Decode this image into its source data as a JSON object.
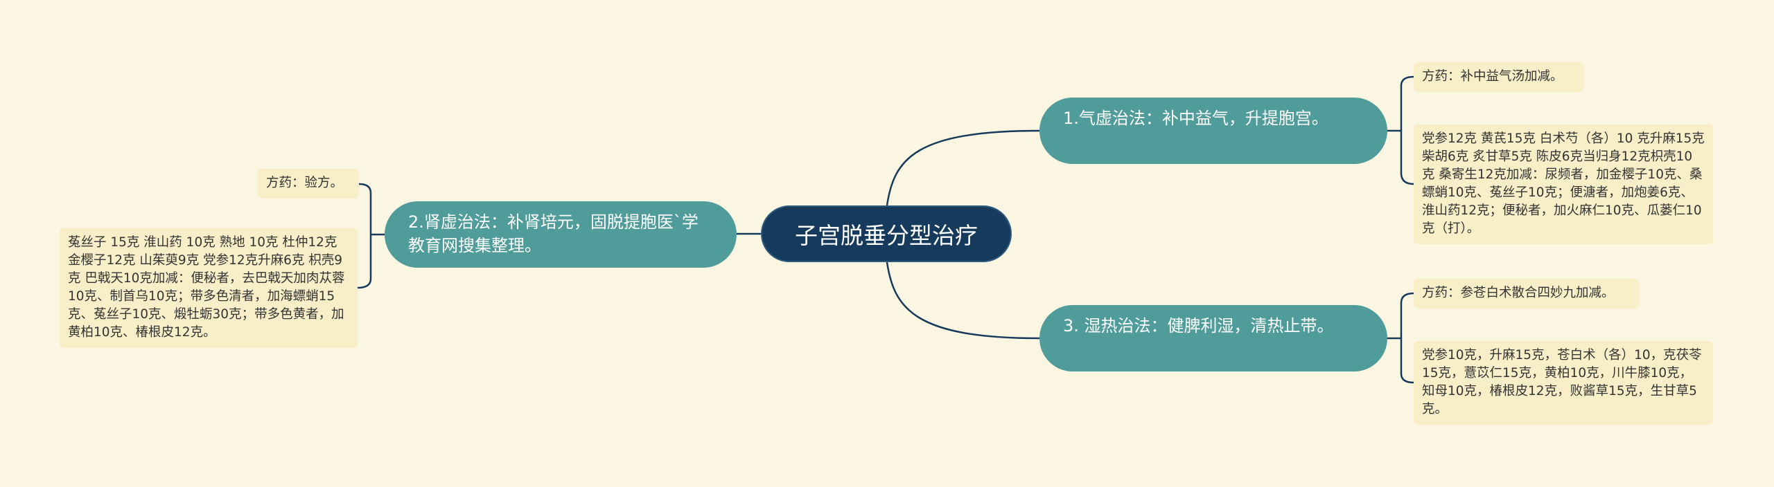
{
  "colors": {
    "background": "#fbf6e2",
    "root_fill": "#163a5b",
    "branch_fill": "#4f9c9b",
    "leaf_fill": "#f8efc8",
    "link": "#163a5b"
  },
  "root": {
    "label": "子宫脱垂分型治疗"
  },
  "branches": [
    {
      "label": "1.气虚治法：补中益气，升提胞宫。",
      "leaves": [
        "方药：补中益气汤加减。",
        "党参12克 黄芪15克 白术芍（各）10 克升麻15克 柴胡6克 炙甘草5克 陈皮6克当归身12克枳壳10克 桑寄生12克加减：尿频者，加金樱子10克、桑螵蛸10克、菟丝子10克；便溏者，加炮姜6克、淮山药12克；便秘者，加火麻仁10克、瓜蒌仁10克（打）。"
      ]
    },
    {
      "label": "2.肾虚治法：补肾培元，固脱提胞医`学教育网搜集整理。",
      "leaves": [
        "方药：验方。",
        "菟丝子 15克 淮山药 10克 熟地 10克 杜仲12克 金樱子12克 山茱萸9克 党参12克升麻6克 枳壳9克 巴戟天10克加减：便秘者，去巴戟天加肉苁蓉10克、制首乌10克；带多色清者，加海螵蛸15克、菟丝子10克、煅牡蛎30克；带多色黄者，加黄柏10克、椿根皮12克。"
      ]
    },
    {
      "label": "3. 湿热治法：健脾利湿，清热止带。",
      "leaves": [
        "方药：参苍白术散合四妙九加减。",
        "党参10克，升麻15克，苍白术（各）10，克茯苓15克，薏苡仁15克，黄柏10克，川牛膝10克，知母10克，椿根皮12克，败酱草15克，生甘草5克。"
      ]
    }
  ]
}
